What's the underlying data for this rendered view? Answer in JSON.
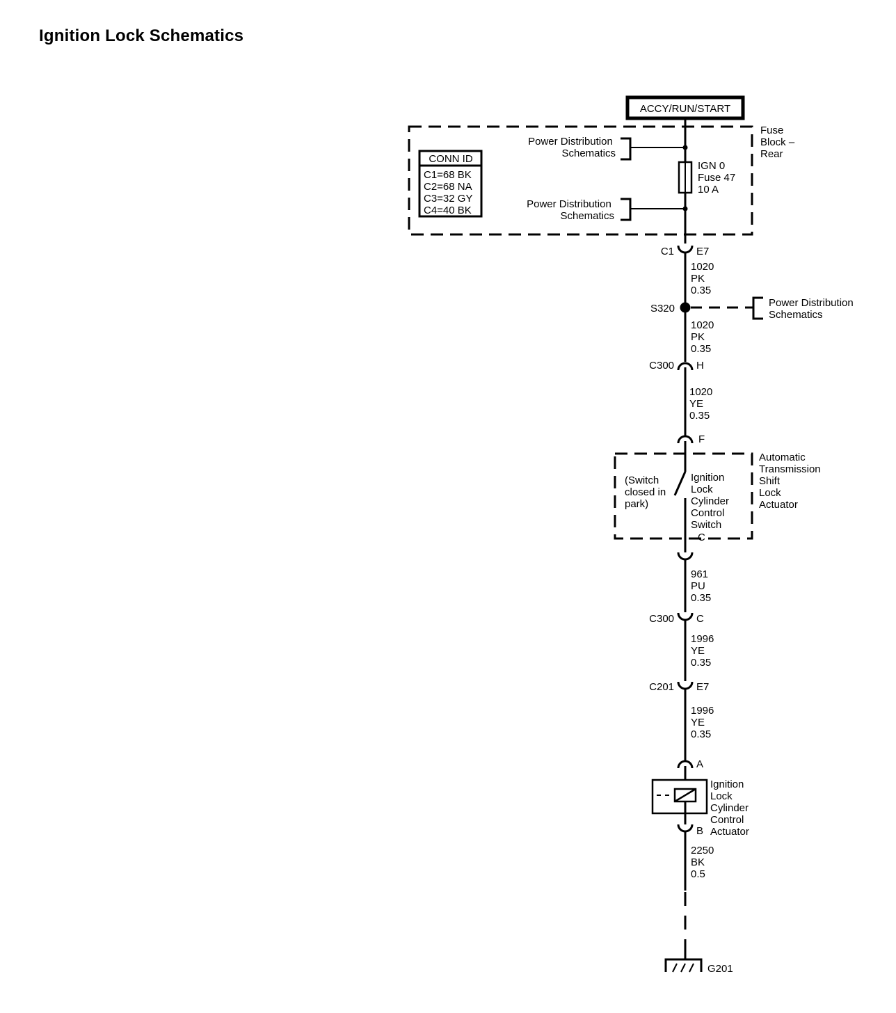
{
  "title": "Ignition Lock Schematics",
  "diagram": {
    "power_mode": "ACCY/RUN/START",
    "fuse_block": {
      "label_lines": [
        "Fuse",
        "Block –",
        "Rear"
      ],
      "conn_id": {
        "header": "CONN ID",
        "rows": [
          "C1=68 BK",
          "C2=68 NA",
          "C3=32 GY",
          "C4=40 BK"
        ]
      },
      "ref_top": [
        "Power Distribution",
        "Schematics"
      ],
      "ref_bottom": [
        "Power Distribution",
        "Schematics"
      ],
      "fuse_lines": [
        "IGN 0",
        "Fuse 47",
        "10 A"
      ]
    },
    "connectors": {
      "c1": {
        "name": "C1",
        "pin": "E7"
      },
      "c300_h": {
        "name": "C300",
        "pin": "H"
      },
      "f": {
        "pin": "F"
      },
      "c": {
        "pin": "C"
      },
      "c300_c": {
        "name": "C300",
        "pin": "C"
      },
      "c201": {
        "name": "C201",
        "pin": "E7"
      },
      "a": {
        "pin": "A"
      },
      "b": {
        "pin": "B"
      }
    },
    "wires": {
      "w1": [
        "1020",
        "PK",
        "0.35"
      ],
      "w2": [
        "1020",
        "PK",
        "0.35"
      ],
      "w3": [
        "1020",
        "YE",
        "0.35"
      ],
      "w4": [
        "961",
        "PU",
        "0.35"
      ],
      "w5": [
        "1996",
        "YE",
        "0.35"
      ],
      "w6": [
        "1996",
        "YE",
        "0.35"
      ],
      "w7": [
        "2250",
        "BK",
        "0.5"
      ]
    },
    "splice": {
      "name": "S320",
      "ref": [
        "Power Distribution",
        "Schematics"
      ]
    },
    "actuator_module": {
      "label_lines": [
        "Automatic",
        "Transmission",
        "Shift",
        "Lock",
        "Actuator"
      ],
      "switch_note": [
        "(Switch",
        "closed in",
        "park)"
      ],
      "switch_label": [
        "Ignition",
        "Lock",
        "Cylinder",
        "Control",
        "Switch"
      ]
    },
    "actuator": {
      "label_lines": [
        "Ignition",
        "Lock",
        "Cylinder",
        "Control",
        "Actuator"
      ]
    },
    "ground": "G201",
    "icons": {
      "ground": "ground-symbol-icon",
      "fuse": "fuse-icon",
      "splice": "splice-dot-icon",
      "switch": "switch-icon",
      "solenoid": "solenoid-icon"
    }
  }
}
